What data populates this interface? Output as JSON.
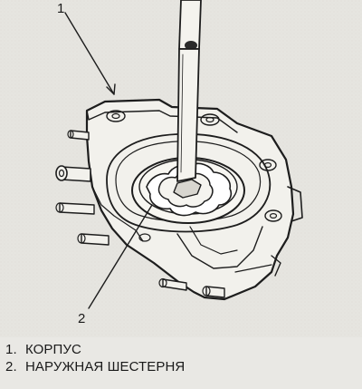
{
  "diagram": {
    "callouts": [
      {
        "number": "1"
      },
      {
        "number": "2"
      }
    ],
    "legend": [
      {
        "number": "1.",
        "label": "КОРПУС"
      },
      {
        "number": "2.",
        "label": "НАРУЖНАЯ ШЕСТЕРНЯ"
      }
    ]
  }
}
